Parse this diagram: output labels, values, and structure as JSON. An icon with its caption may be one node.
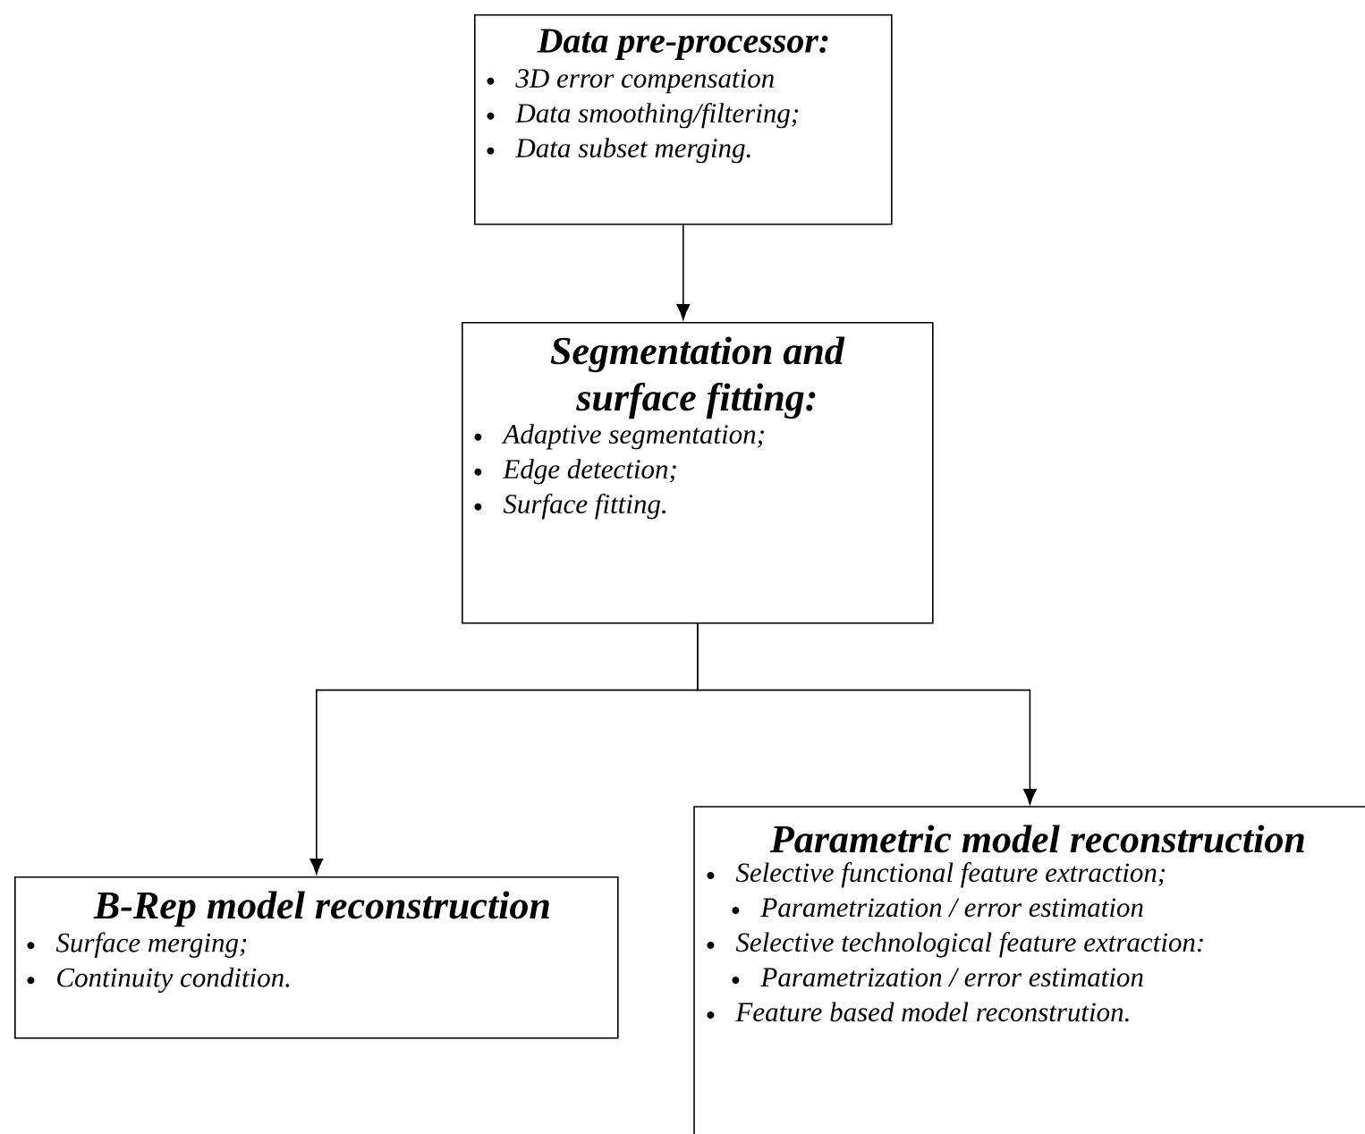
{
  "diagram": {
    "nodes": [
      {
        "text": [
          "Data pre-processor:",
          "3D error compensation",
          "Data smoothing/filtering;",
          "Data subset merging."
        ]
      },
      {
        "text": [
          "Segmentation and surface fitting:",
          "Adaptive segmentation;",
          "Edge detection;",
          "Surface fitting."
        ]
      },
      {
        "text": [
          "B-Rep model reconstruction",
          "Surface merging;",
          "Continuity condition."
        ]
      },
      {
        "text": [
          "Parametric model reconstruction",
          "Selective functional feature extraction;",
          "Parametrization / error estimation",
          "Selective technological feature extraction:",
          "Parametrization / error estimation",
          "Feature based model reconstrution."
        ]
      }
    ],
    "edges": [
      {
        "from": 0,
        "to": 1,
        "arrow": "to"
      },
      {
        "from": 1,
        "to": 2,
        "arrow": "to"
      },
      {
        "from": 1,
        "to": 3,
        "arrow": "to"
      }
    ]
  }
}
